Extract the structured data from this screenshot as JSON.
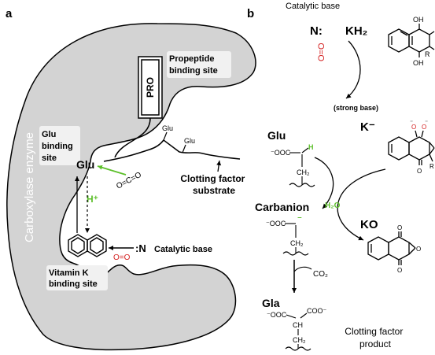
{
  "panel_a": {
    "label": "a",
    "enzyme_label": "Carboxylase enzyme",
    "pro_label": "PRO",
    "propeptide_site": [
      "Propeptide",
      "binding site"
    ],
    "glu_site": [
      "Glu",
      "binding",
      "site"
    ],
    "vitk_site": [
      "Vitamin K",
      "binding site"
    ],
    "glu": "Glu",
    "glu_side_1": "Glu",
    "glu_side_2": "Glu",
    "h_plus": "H⁺",
    "co2": "O=C=O",
    "clotting_substrate": [
      "Clotting factor",
      "substrate"
    ],
    "base_n": ":N",
    "catalytic_base": "Catalytic base",
    "oxygen_mol": "O=O"
  },
  "panel_b": {
    "label": "b",
    "catalytic_base": "Catalytic base",
    "n_base": "N:",
    "kh2": "KH₂",
    "oxygen_mol": "O=O",
    "strong_base": "(strong base)",
    "glu": "Glu",
    "k_minus": "K⁻",
    "carbanion": "Carbanion",
    "h2o": "H₂O",
    "ko": "KO",
    "co2": "CO₂",
    "gla": "Gla",
    "product": [
      "Clotting factor",
      "product"
    ],
    "glu_struct": {
      "coo": "⁻OOC",
      "h": "H",
      "ch2": "CH₂"
    },
    "carb_struct": {
      "coo": "⁻OOC",
      "minus": "⁻",
      "ch2": "CH₂"
    },
    "gla_struct": {
      "coo_left": "⁻OOC",
      "coo_right": "COO⁻",
      "ch": "CH",
      "ch2": "CH₂"
    },
    "atoms": {
      "oh": "OH",
      "r": "R",
      "o": "O",
      "minus": "⁻"
    }
  },
  "colors": {
    "enzyme_fill": "#d3d3d3",
    "label_box": "#f1f1f1",
    "oxygen": "#d42020",
    "green": "#5cbf2a",
    "enzyme_text": "#ffffff"
  }
}
